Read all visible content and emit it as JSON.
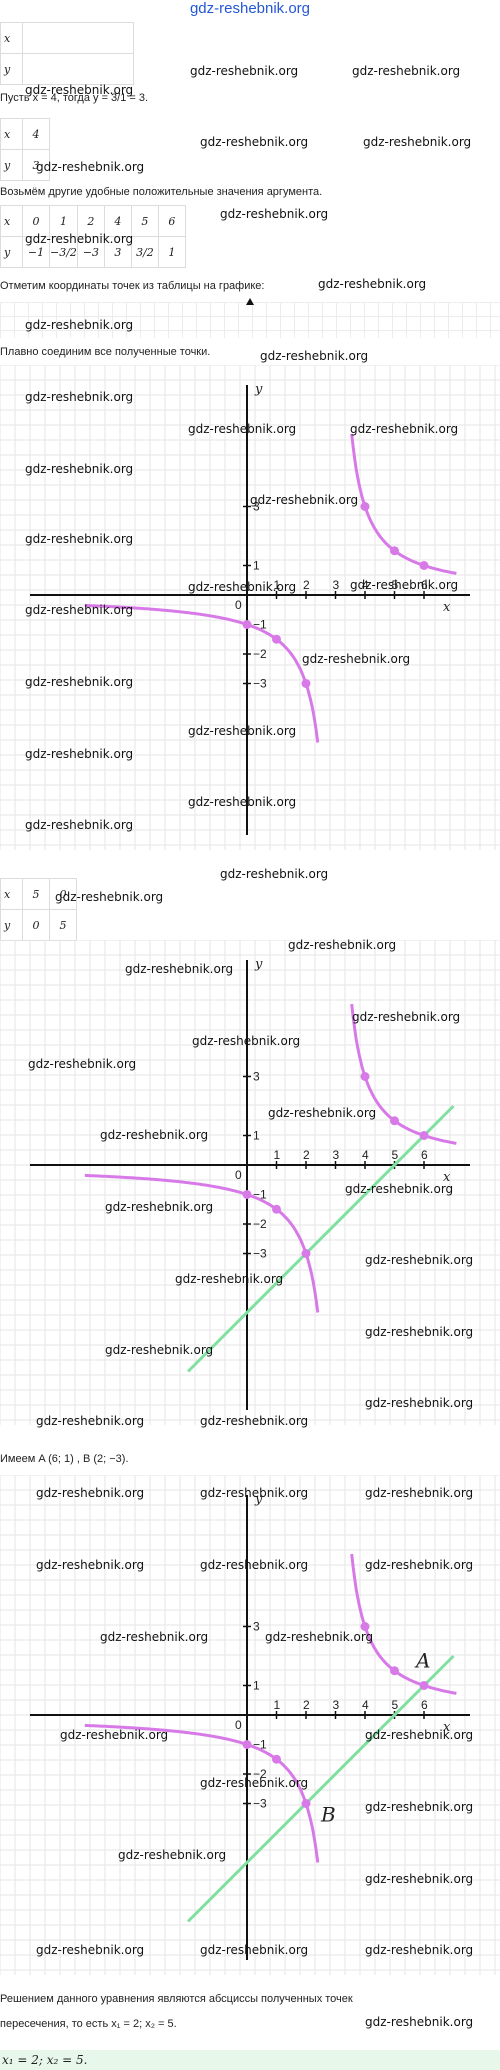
{
  "site_title": "gdz-reshebnik.org",
  "watermark": "gdz-reshebnik.org",
  "table0": {
    "rows": [
      [
        "x",
        ""
      ],
      [
        "y",
        ""
      ]
    ]
  },
  "line_let": "Пусть x = 4, тогда y = 3/1 = 3.",
  "table1": {
    "rows": [
      [
        "x",
        "4"
      ],
      [
        "y",
        "3"
      ]
    ]
  },
  "line_other": "Возьмём другие удобные положительные значения аргумента.",
  "table2": {
    "rows": [
      [
        "x",
        "0",
        "1",
        "2",
        "4",
        "5",
        "6"
      ],
      [
        "y",
        "−1",
        "−3/2",
        "−3",
        "3",
        "3/2",
        "1"
      ]
    ]
  },
  "line_mark": "Отметим координаты точек из таблицы на графике:",
  "line_smooth": "Плавно соединим все полученные точки.",
  "table3": {
    "rows": [
      [
        "x",
        "5",
        "0"
      ],
      [
        "y",
        "0",
        "5"
      ]
    ]
  },
  "line_have": "Имеем A (6; 1) ,  B (2; −3).",
  "line_solution1": "Решением данного уравнения являются абсциссы полученных точек",
  "line_solution2": "пересечения, то есть x₁ = 2;  x₂ = 5.",
  "answer": "x₁ = 2;  x₂ = 5.",
  "graph_labels": {
    "x_axis": "x",
    "y_axis": "y",
    "origin": "0",
    "point_a": "A",
    "point_b": "B"
  },
  "x_ticks": [
    "1",
    "2",
    "3",
    "4",
    "5",
    "6"
  ],
  "y_ticks": [
    "3",
    "1",
    "−1",
    "−2",
    "−3"
  ],
  "colors": {
    "hyperbola": "#d77ae8",
    "line": "#7fe0a0",
    "grid": "#e6e6e6",
    "axis": "#111111"
  },
  "chart_data": {
    "type": "line",
    "series": [
      {
        "x": [
          0,
          1,
          2
        ],
        "y": [
          -1,
          -1.5,
          -3
        ]
      },
      {
        "x": [
          4,
          5,
          6
        ],
        "y": [
          3,
          1.5,
          1
        ]
      },
      {
        "x": [
          2,
          5,
          6
        ],
        "y": [
          -3,
          0,
          1
        ]
      }
    ],
    "intersections": [
      {
        "label": "A",
        "x": 6,
        "y": 1
      },
      {
        "label": "B",
        "x": 2,
        "y": -3
      }
    ]
  }
}
